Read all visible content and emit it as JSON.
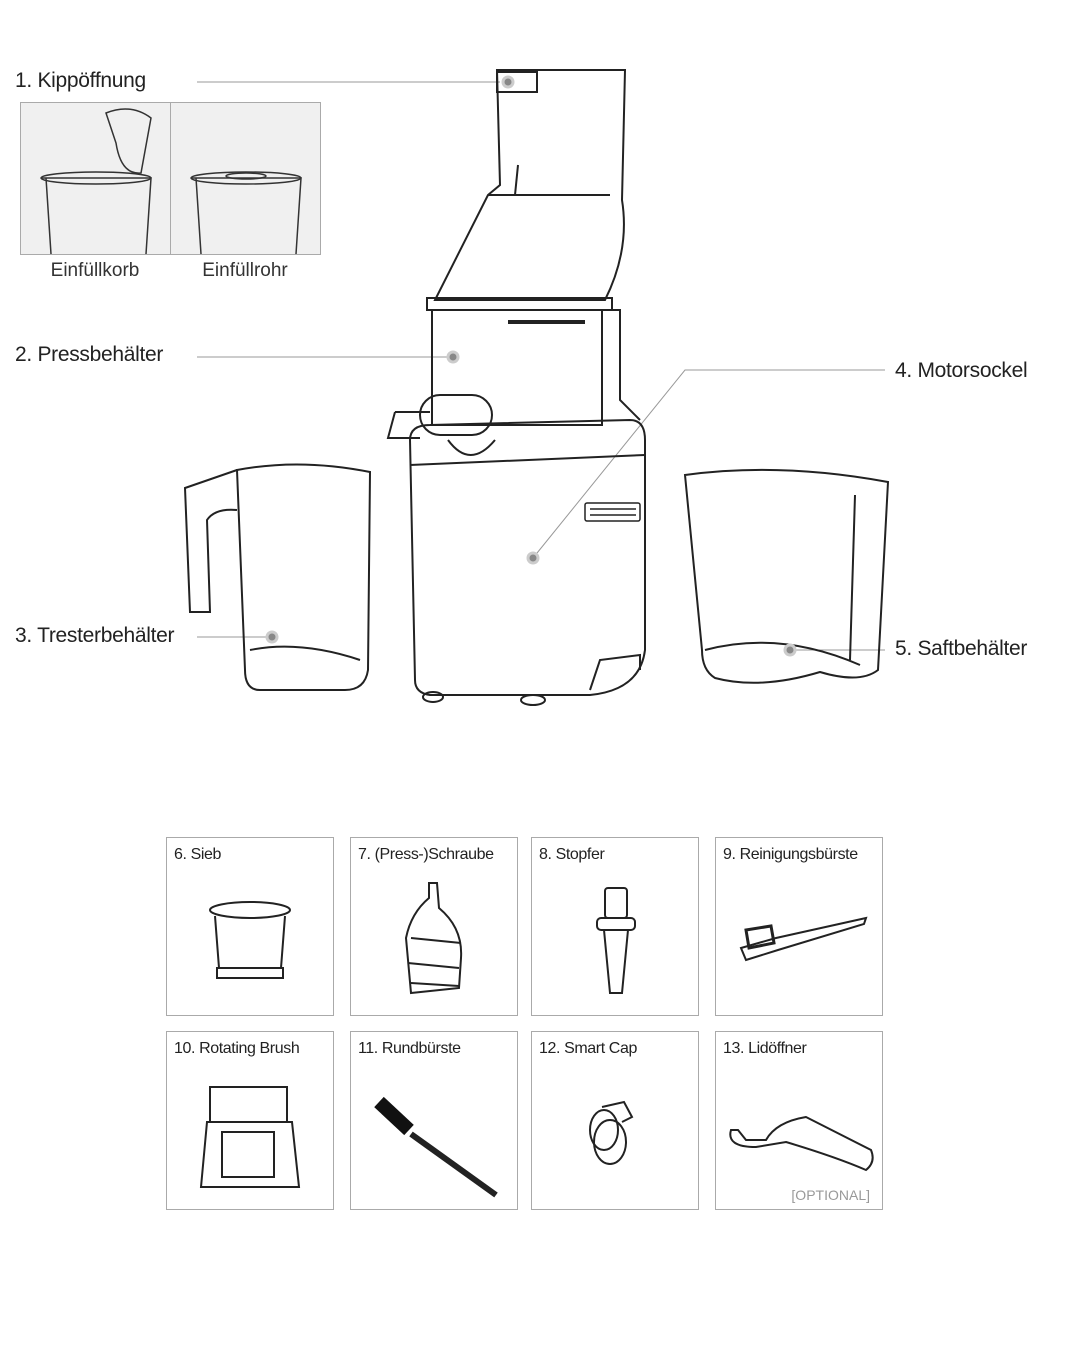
{
  "main_parts": {
    "p1": "1. Kippöffnung",
    "p2": "2. Pressbehälter",
    "p3": "3. Tresterbehälter",
    "p4": "4. Motorsockel",
    "p5": "5. Saftbehälter"
  },
  "inset": {
    "left_caption": "Einfüllkorb",
    "right_caption": "Einfüllrohr"
  },
  "accessories": [
    {
      "label": "6. Sieb"
    },
    {
      "label": "7. (Press-)Schraube"
    },
    {
      "label": "8. Stopfer"
    },
    {
      "label": "9. Reinigungsbürste"
    },
    {
      "label": "10. Rotating Brush"
    },
    {
      "label": "11. Rundbürste"
    },
    {
      "label": "12. Smart Cap"
    },
    {
      "label": "13. Lidöffner",
      "note": "[OPTIONAL]"
    }
  ]
}
